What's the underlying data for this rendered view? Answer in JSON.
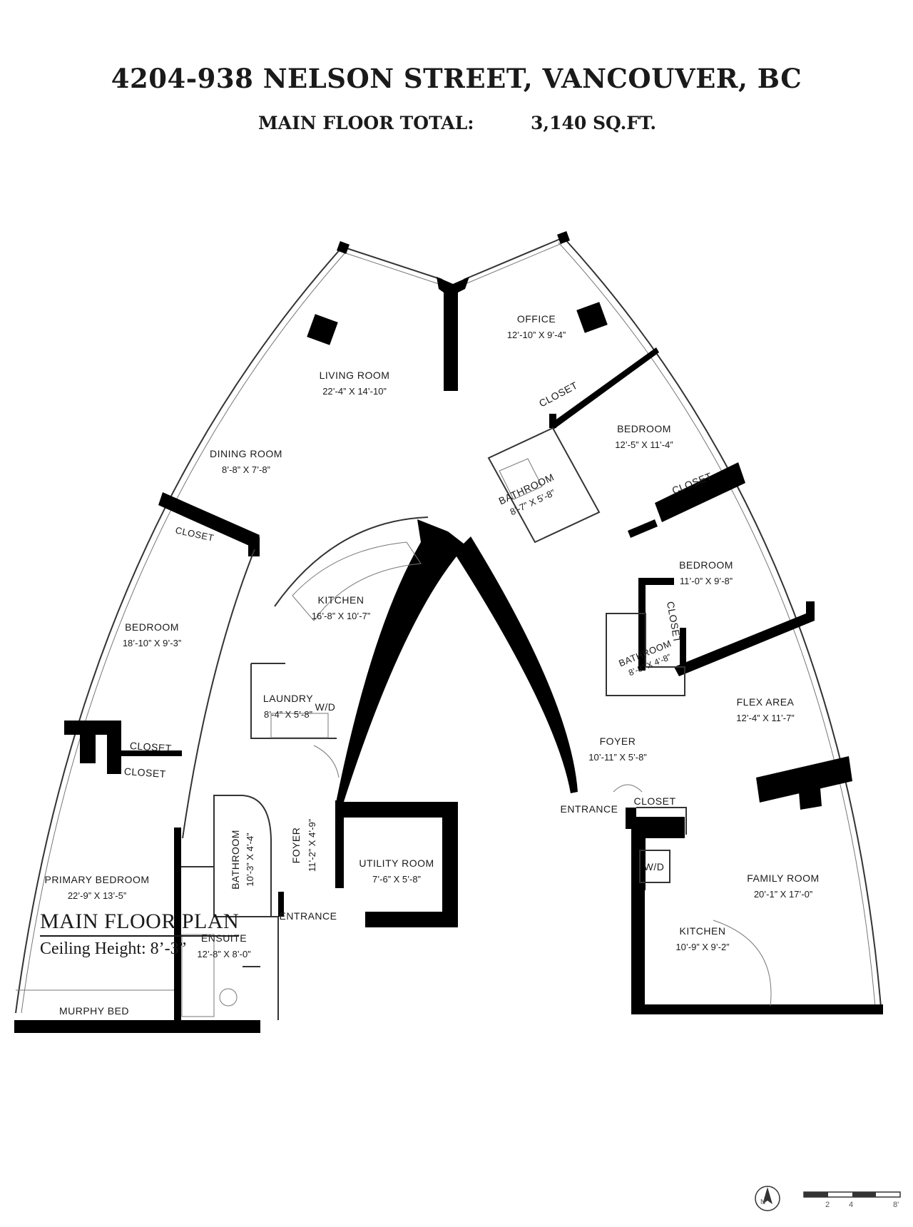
{
  "header": {
    "address": "4204-938 NELSON STREET, VANCOUVER, BC",
    "total_label": "MAIN FLOOR TOTAL:",
    "total_value": "3,140 SQ.FT."
  },
  "rooms": {
    "office": {
      "name": "OFFICE",
      "dims": "12’-10” X 9’-4”"
    },
    "living": {
      "name": "LIVING ROOM",
      "dims": "22’-4” X 14’-10”"
    },
    "dining": {
      "name": "DINING ROOM",
      "dims": "8’-8” X 7’-8”"
    },
    "bedroom_ne": {
      "name": "BEDROOM",
      "dims": "12’-5” X 11’-4”"
    },
    "bath_ne": {
      "name": "BATHROOM",
      "dims": "8’-7” X 5’-8”"
    },
    "bedroom_e": {
      "name": "BEDROOM",
      "dims": "11’-0” X 9’-8”"
    },
    "bath_e": {
      "name": "BATHROOM",
      "dims": "8’-8” X 4’-8”"
    },
    "kitchen_main": {
      "name": "KITCHEN",
      "dims": "16’-8” X 10’-7”"
    },
    "bedroom_w": {
      "name": "BEDROOM",
      "dims": "18’-10” X 9’-3”"
    },
    "laundry": {
      "name": "LAUNDRY",
      "dims": "8’-4” X 5’-8”"
    },
    "flex": {
      "name": "FLEX AREA",
      "dims": "12’-4” X 11’-7”"
    },
    "foyer_e": {
      "name": "FOYER",
      "dims": "10’-11” X 5’-8”"
    },
    "foyer_w": {
      "name": "FOYER",
      "dims": "11’-2” X 4’-9”"
    },
    "bath_w": {
      "name": "BATHROOM",
      "dims": "10’-3” X 4’-4”"
    },
    "utility": {
      "name": "UTILITY ROOM",
      "dims": "7’-6” X 5’-8”"
    },
    "primary": {
      "name": "PRIMARY BEDROOM",
      "dims": "22’-9” X 13’-5”"
    },
    "ensuite": {
      "name": "ENSUITE",
      "dims": "12’-8” X 8’-0”"
    },
    "family": {
      "name": "FAMILY ROOM",
      "dims": "20’-1” X 17’-0”"
    },
    "kitchen_e": {
      "name": "KITCHEN",
      "dims": "10’-9” X 9’-2”"
    }
  },
  "labels": {
    "closet": "CLOSET",
    "wd": "W/D",
    "entrance": "ENTRANCE",
    "murphy": "MURPHY BED"
  },
  "footer": {
    "plan_title": "MAIN FLOOR PLAN",
    "ceiling": "Ceiling Height: 8’-3”",
    "north": "N",
    "scale_ticks": [
      "2",
      "4",
      "8'"
    ]
  }
}
